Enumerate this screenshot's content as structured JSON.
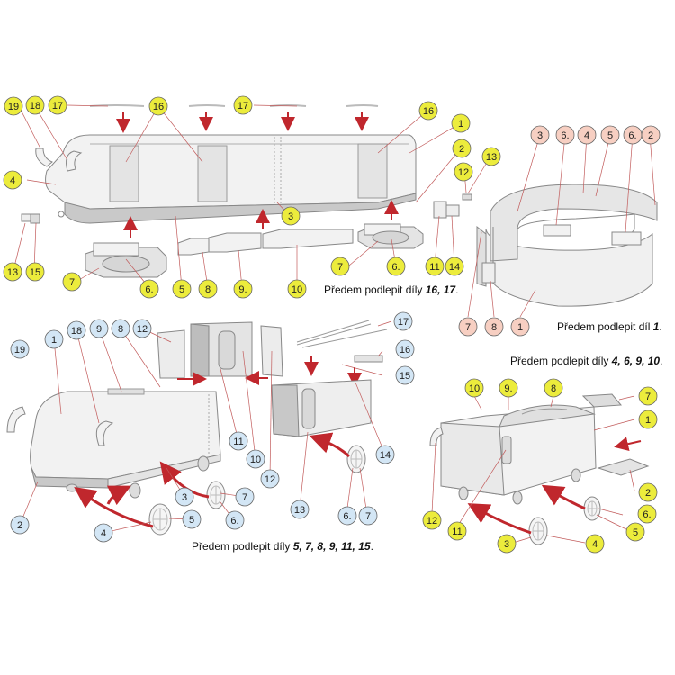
{
  "captions": {
    "c1": {
      "pre": "Předem podlepit díly ",
      "bold": "16, 17",
      "post": "."
    },
    "c2": {
      "pre": "Předem podlepit díl ",
      "bold": "1",
      "post": "."
    },
    "c3": {
      "pre": "Předem podlepit díly ",
      "bold": "4, 6, 9, 10",
      "post": "."
    },
    "c4": {
      "pre": "Předem podlepit díly ",
      "bold": "5, 7, 8, 9, 11, 15",
      "post": "."
    }
  },
  "colors": {
    "yellow": "#ecec3c",
    "pink": "#f7cfc2",
    "blue": "#d3e6f5",
    "arrow": "#c0272d",
    "body": "#f2f2f2",
    "panel": "#e4e4e4",
    "dark": "#bdbdbd",
    "outline": "#888888"
  },
  "callouts": [
    {
      "id": "y19",
      "t": "19",
      "c": "yellow"
    },
    {
      "id": "y18",
      "t": "18",
      "c": "yellow"
    },
    {
      "id": "y17a",
      "t": "17",
      "c": "yellow"
    },
    {
      "id": "y16a",
      "t": "16",
      "c": "yellow"
    },
    {
      "id": "y17b",
      "t": "17",
      "c": "yellow"
    },
    {
      "id": "y16b",
      "t": "16",
      "c": "yellow"
    },
    {
      "id": "y1",
      "t": "1",
      "c": "yellow"
    },
    {
      "id": "y2",
      "t": "2",
      "c": "yellow"
    },
    {
      "id": "y4",
      "t": "4",
      "c": "yellow"
    },
    {
      "id": "y12",
      "t": "12",
      "c": "yellow"
    },
    {
      "id": "y13a",
      "t": "13",
      "c": "yellow"
    },
    {
      "id": "y3",
      "t": "3",
      "c": "yellow"
    },
    {
      "id": "y13b",
      "t": "13",
      "c": "yellow"
    },
    {
      "id": "y15",
      "t": "15",
      "c": "yellow"
    },
    {
      "id": "y7a",
      "t": "7",
      "c": "yellow"
    },
    {
      "id": "y6a",
      "t": "6.",
      "c": "yellow"
    },
    {
      "id": "y5",
      "t": "5",
      "c": "yellow"
    },
    {
      "id": "y8",
      "t": "8",
      "c": "yellow"
    },
    {
      "id": "y9",
      "t": "9.",
      "c": "yellow"
    },
    {
      "id": "y10",
      "t": "10",
      "c": "yellow"
    },
    {
      "id": "y7b",
      "t": "7",
      "c": "yellow"
    },
    {
      "id": "y6b",
      "t": "6.",
      "c": "yellow"
    },
    {
      "id": "y11",
      "t": "11",
      "c": "yellow"
    },
    {
      "id": "y14",
      "t": "14",
      "c": "yellow"
    },
    {
      "id": "p3",
      "t": "3",
      "c": "pink"
    },
    {
      "id": "p6a",
      "t": "6.",
      "c": "pink"
    },
    {
      "id": "p4",
      "t": "4",
      "c": "pink"
    },
    {
      "id": "p5",
      "t": "5",
      "c": "pink"
    },
    {
      "id": "p6b",
      "t": "6.",
      "c": "pink"
    },
    {
      "id": "p2",
      "t": "2",
      "c": "pink"
    },
    {
      "id": "p7",
      "t": "7",
      "c": "pink"
    },
    {
      "id": "p8",
      "t": "8",
      "c": "pink"
    },
    {
      "id": "p1",
      "t": "1",
      "c": "pink"
    },
    {
      "id": "b19",
      "t": "19",
      "c": "blue"
    },
    {
      "id": "b1",
      "t": "1",
      "c": "blue"
    },
    {
      "id": "b18",
      "t": "18",
      "c": "blue"
    },
    {
      "id": "b9",
      "t": "9",
      "c": "blue"
    },
    {
      "id": "b8",
      "t": "8",
      "c": "blue"
    },
    {
      "id": "b12a",
      "t": "12",
      "c": "blue"
    },
    {
      "id": "b17",
      "t": "17",
      "c": "blue"
    },
    {
      "id": "b16",
      "t": "16",
      "c": "blue"
    },
    {
      "id": "b15",
      "t": "15",
      "c": "blue"
    },
    {
      "id": "b11",
      "t": "11",
      "c": "blue"
    },
    {
      "id": "b10",
      "t": "10",
      "c": "blue"
    },
    {
      "id": "b12b",
      "t": "12",
      "c": "blue"
    },
    {
      "id": "b14",
      "t": "14",
      "c": "blue"
    },
    {
      "id": "b13",
      "t": "13",
      "c": "blue"
    },
    {
      "id": "b6",
      "t": "6.",
      "c": "blue"
    },
    {
      "id": "b7a",
      "t": "7",
      "c": "blue"
    },
    {
      "id": "b7b",
      "t": "7",
      "c": "blue"
    },
    {
      "id": "b6b",
      "t": "6.",
      "c": "blue"
    },
    {
      "id": "b3",
      "t": "3",
      "c": "blue"
    },
    {
      "id": "b5",
      "t": "5",
      "c": "blue"
    },
    {
      "id": "b4",
      "t": "4",
      "c": "blue"
    },
    {
      "id": "b2",
      "t": "2",
      "c": "blue"
    },
    {
      "id": "g10",
      "t": "10",
      "c": "yellow"
    },
    {
      "id": "g9",
      "t": "9.",
      "c": "yellow"
    },
    {
      "id": "g8",
      "t": "8",
      "c": "yellow"
    },
    {
      "id": "g7",
      "t": "7",
      "c": "yellow"
    },
    {
      "id": "g1",
      "t": "1",
      "c": "yellow"
    },
    {
      "id": "g2",
      "t": "2",
      "c": "yellow"
    },
    {
      "id": "g12",
      "t": "12",
      "c": "yellow"
    },
    {
      "id": "g11",
      "t": "11",
      "c": "yellow"
    },
    {
      "id": "g6",
      "t": "6.",
      "c": "yellow"
    },
    {
      "id": "g5",
      "t": "5",
      "c": "yellow"
    },
    {
      "id": "g3",
      "t": "3",
      "c": "yellow"
    },
    {
      "id": "g4",
      "t": "4",
      "c": "yellow"
    }
  ]
}
